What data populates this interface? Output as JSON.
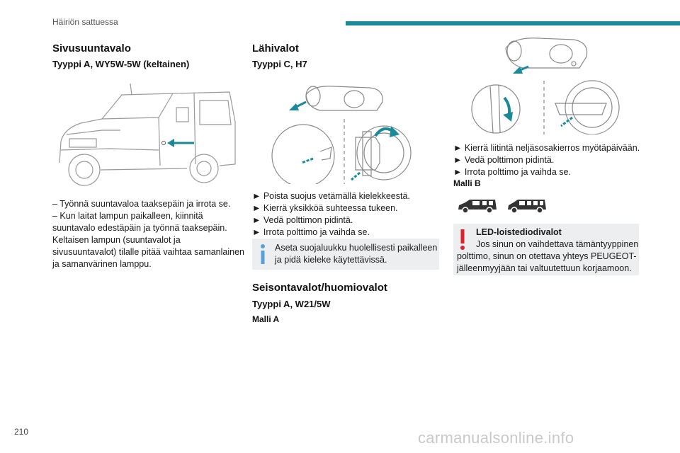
{
  "header": {
    "section_title": "Häiriön sattuessa",
    "accent_color": "#1a8a9a"
  },
  "col1": {
    "heading": "Sivusuuntavalo",
    "subheading": "Tyyppi A, WY5W-5W (keltainen)",
    "illustration_icon": "van-side-indicator-illustration",
    "paragraph_lines": [
      "– Työnnä suuntavaloa taaksepäin ja irrota se.",
      "– Kun laitat lampun paikalleen, kiinnitä",
      "suuntavalo edestäpäin ja työnnä taaksepäin.",
      "Keltaisen lampun (suuntavalot ja",
      "sivusuuntavalot) tilalle pitää vaihtaa samanlainen",
      "ja samanvärinen lamppu."
    ]
  },
  "col2": {
    "heading": "Lähivalot",
    "subheading": "Tyyppi C, H7",
    "illustration_icon": "headlamp-bulb-illustration",
    "steps": [
      "► Poista suojus vetämällä kielekkeestä.",
      "► Kierrä yksikköä suhteessa tukeen.",
      "► Vedä polttimon pidintä.",
      "► Irrota polttimo ja vaihda se."
    ],
    "info_icon": "info-icon",
    "info_lines": [
      "Aseta suojaluukku huolellisesti paikalleen",
      "ja pidä kieleke käytettävissä."
    ],
    "heading2": "Seisontavalot/huomiovalot",
    "subheading2": "Tyyppi A, W21/5W",
    "model": "Malli A"
  },
  "col3": {
    "illustration_icon": "sidelamp-cover-illustration",
    "steps": [
      "► Kierrä liitintä neljäsosakierros myötäpäivään.",
      "► Vedä polttimon pidintä.",
      "► Irrota polttimo ja vaihda se."
    ],
    "model": "Malli B",
    "vehicle_icons": [
      "van-short-icon",
      "van-long-icon"
    ],
    "warning_icon": "warning-icon",
    "warning_title": "LED-loistediodivalot",
    "warning_lines": [
      "Jos sinun on vaihdettava tämäntyyppinen",
      "polttimo, sinun on otettava yhteys PEUGEOT-",
      "jälleenmyyjään tai valtuutettuun korjaamoon."
    ]
  },
  "footer": {
    "page_number": "210",
    "watermark": "carmanualsonline.info"
  }
}
